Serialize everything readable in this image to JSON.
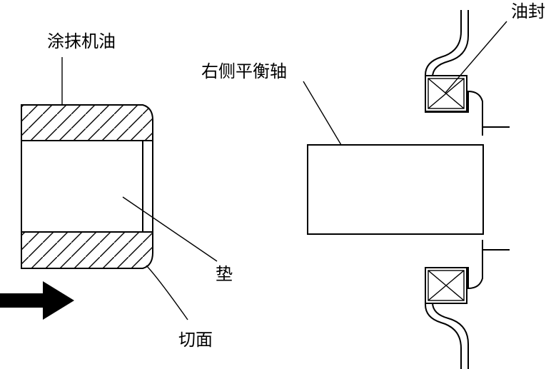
{
  "labels": {
    "oil_coating": "涂抹机油",
    "right_balance_shaft": "右侧平衡轴",
    "oil_seal": "油封",
    "spacer": "垫",
    "cut_face": "切面"
  },
  "icons": {
    "arrow": "arrow-right-icon"
  },
  "colors": {
    "line": "#000000",
    "background": "#ffffff"
  }
}
